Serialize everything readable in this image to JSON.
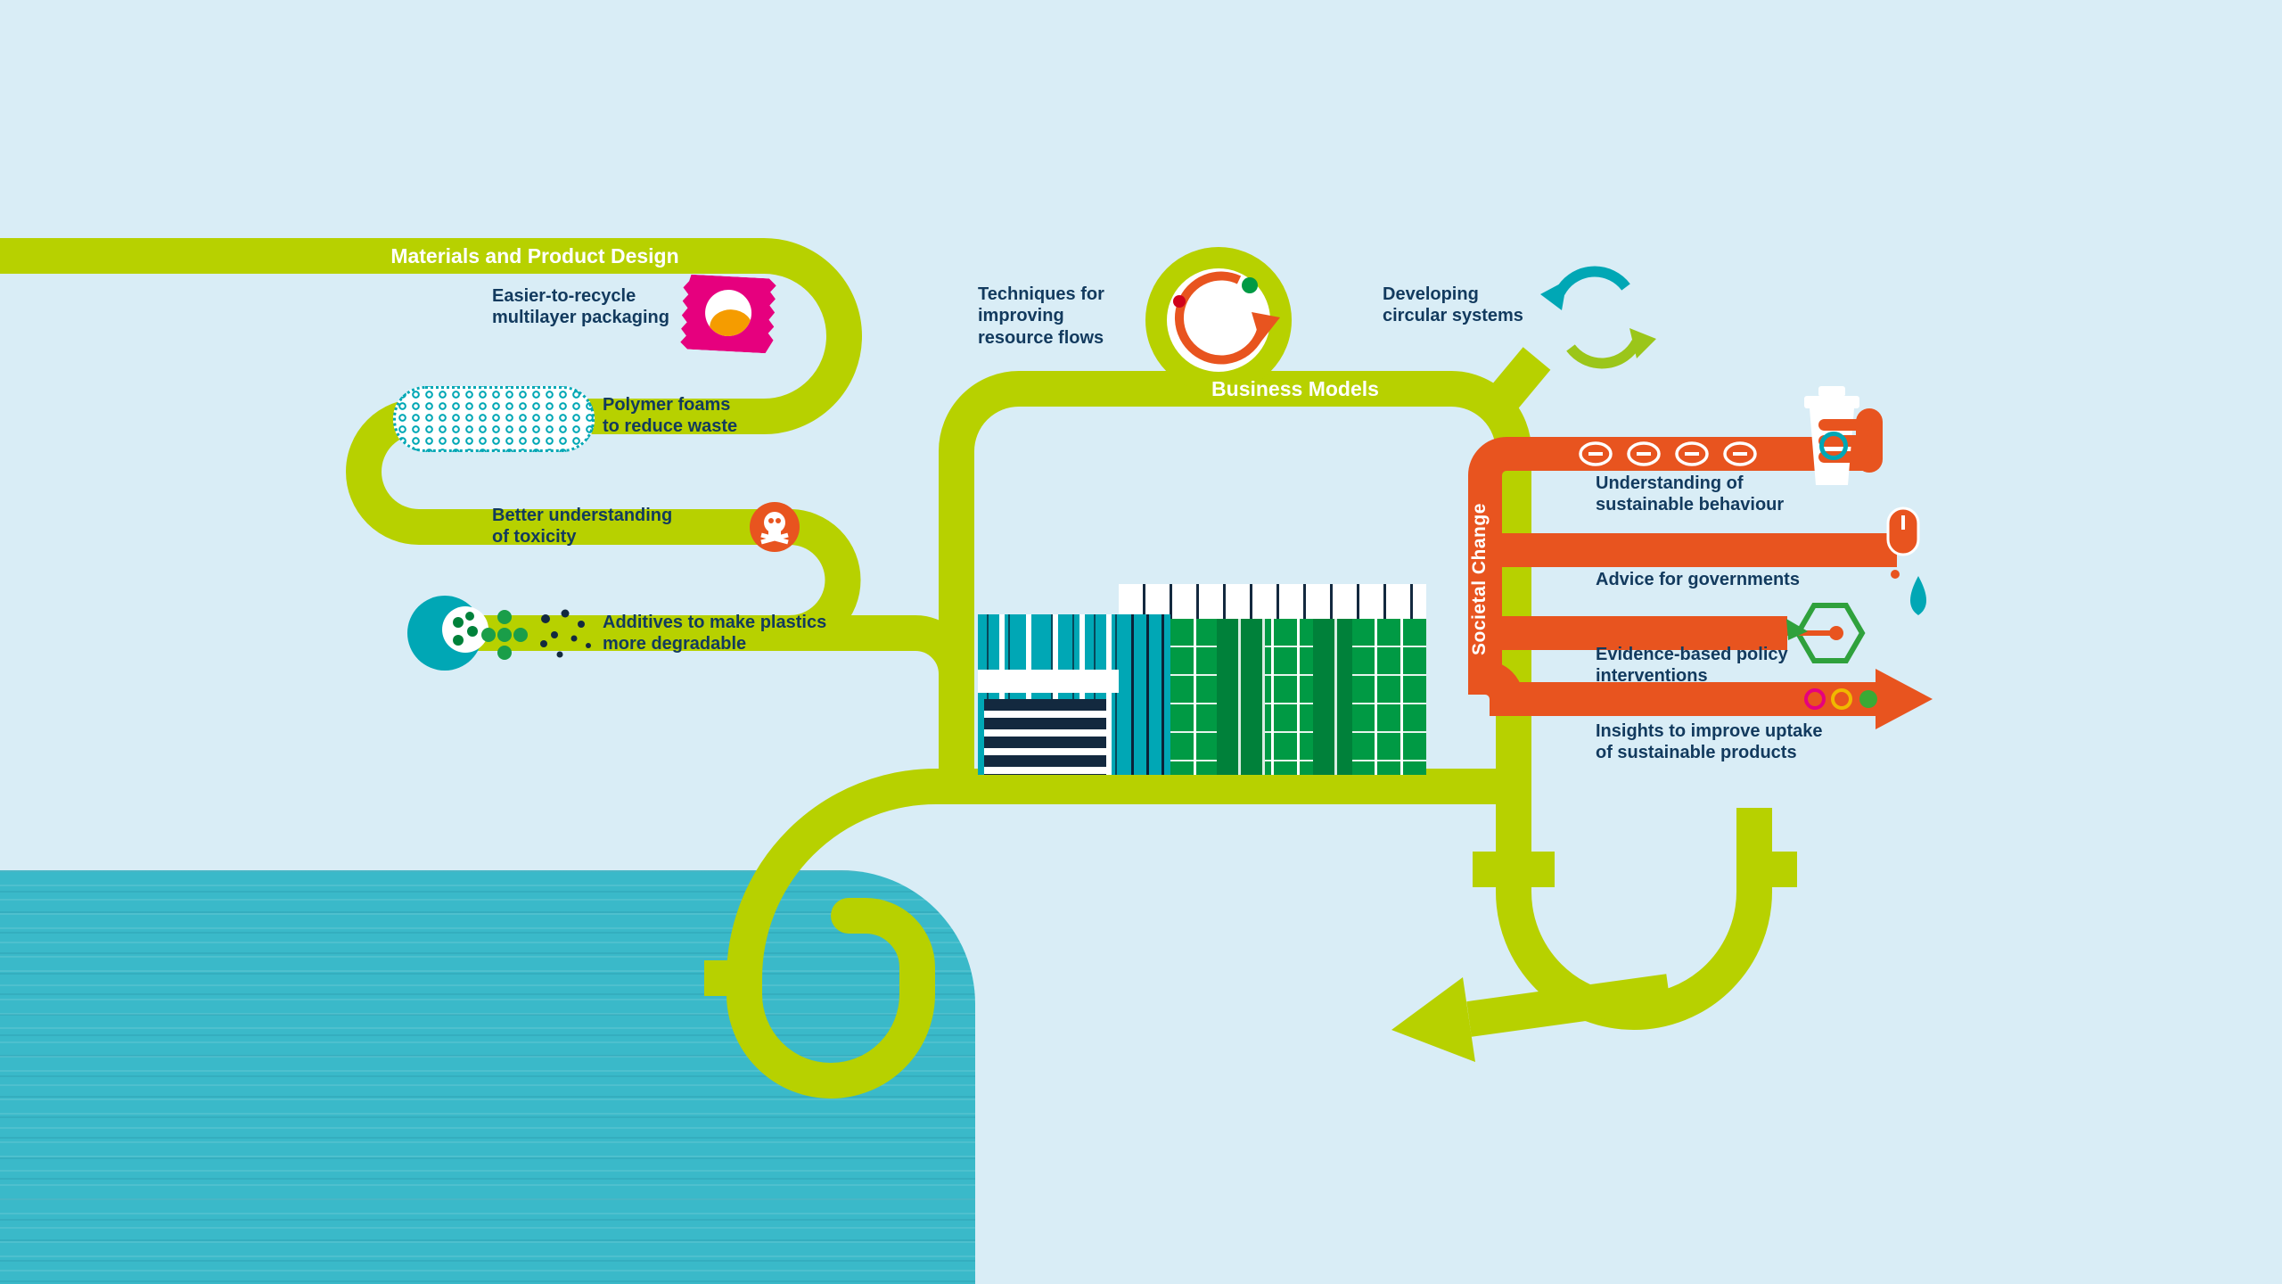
{
  "colors": {
    "background": "#d9edf6",
    "road_green": "#b7d100",
    "orange": "#e8541f",
    "teal": "#00a7b5",
    "navy_text": "#123a5e",
    "water": "#3ab9c9",
    "magenta": "#e6007e",
    "green": "#009a44",
    "dark_green": "#00813a",
    "pink_ring": "#e6007e",
    "yellow_ring": "#f0b800",
    "green_dot": "#3aaa35"
  },
  "materials": {
    "title": "Materials and Product Design",
    "items": [
      "Easier-to-recycle multilayer packaging",
      "Polymer foams to reduce waste",
      "Better understanding of toxicity",
      "Additives to make plastics more degradable"
    ]
  },
  "middle": {
    "techniques_label": "Techniques for improving resource flows",
    "business_models_label": "Business Models",
    "developing_label": "Developing circular systems"
  },
  "societal": {
    "title": "Societal Change",
    "items": [
      "Understanding of sustainable behaviour",
      "Advice for governments",
      "Evidence-based policy interventions",
      "Insights to improve uptake of sustainable products"
    ]
  },
  "icons": {
    "wrapper": "candy-wrapper",
    "foam": "polymer-foam-capsule",
    "toxicity": "skull-and-crossbones",
    "additives": "degrading-dots",
    "resource_flow": "circular-cycle-arrows",
    "circular_systems": "recycle-loop-arrows",
    "behaviour": "hand-holding-coffee-cup",
    "governments": "computer-mouse-and-drop",
    "policy": "hexagon-molecule",
    "uptake": "traffic-rings-arrow",
    "scene": "factory-buildings-and-water"
  }
}
